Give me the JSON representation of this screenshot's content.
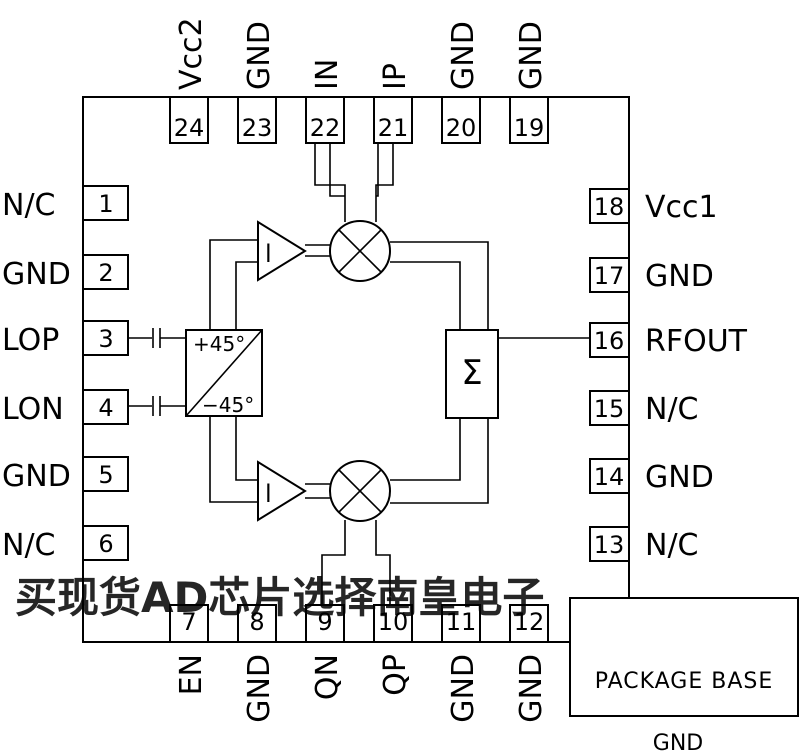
{
  "chip": {
    "top_pins": [
      {
        "num": "24",
        "label": "Vcc2"
      },
      {
        "num": "23",
        "label": "GND"
      },
      {
        "num": "22",
        "label": "IN"
      },
      {
        "num": "21",
        "label": "IP"
      },
      {
        "num": "20",
        "label": "GND"
      },
      {
        "num": "19",
        "label": "GND"
      }
    ],
    "left_pins": [
      {
        "num": "1",
        "label": "N/C"
      },
      {
        "num": "2",
        "label": "GND"
      },
      {
        "num": "3",
        "label": "LOP"
      },
      {
        "num": "4",
        "label": "LON"
      },
      {
        "num": "5",
        "label": "GND"
      },
      {
        "num": "6",
        "label": "N/C"
      }
    ],
    "bottom_pins": [
      {
        "num": "7",
        "label": "EN"
      },
      {
        "num": "8",
        "label": "GND"
      },
      {
        "num": "9",
        "label": "QN"
      },
      {
        "num": "10",
        "label": "QP"
      },
      {
        "num": "11",
        "label": "GND"
      },
      {
        "num": "12",
        "label": "GND"
      }
    ],
    "right_pins": [
      {
        "num": "18",
        "label": "Vcc1"
      },
      {
        "num": "17",
        "label": "GND"
      },
      {
        "num": "16",
        "label": "RFOUT"
      },
      {
        "num": "15",
        "label": "N/C"
      },
      {
        "num": "14",
        "label": "GND"
      },
      {
        "num": "13",
        "label": "N/C"
      }
    ]
  },
  "phase_splitter": {
    "plus": "+45°",
    "minus": "−45°"
  },
  "summer": {
    "symbol": "Σ"
  },
  "package_base": {
    "label": "PACKAGE  BASE",
    "ground": "GND"
  },
  "watermark": "买现货AD芯片选择南皇电子"
}
